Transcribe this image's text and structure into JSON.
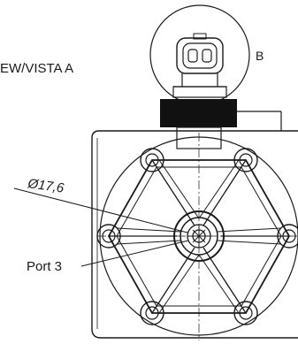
{
  "view_label": "EW/VISTA A",
  "detail_label": "B",
  "dimension_label": "Ø17,6",
  "port_label": "Port 3"
}
